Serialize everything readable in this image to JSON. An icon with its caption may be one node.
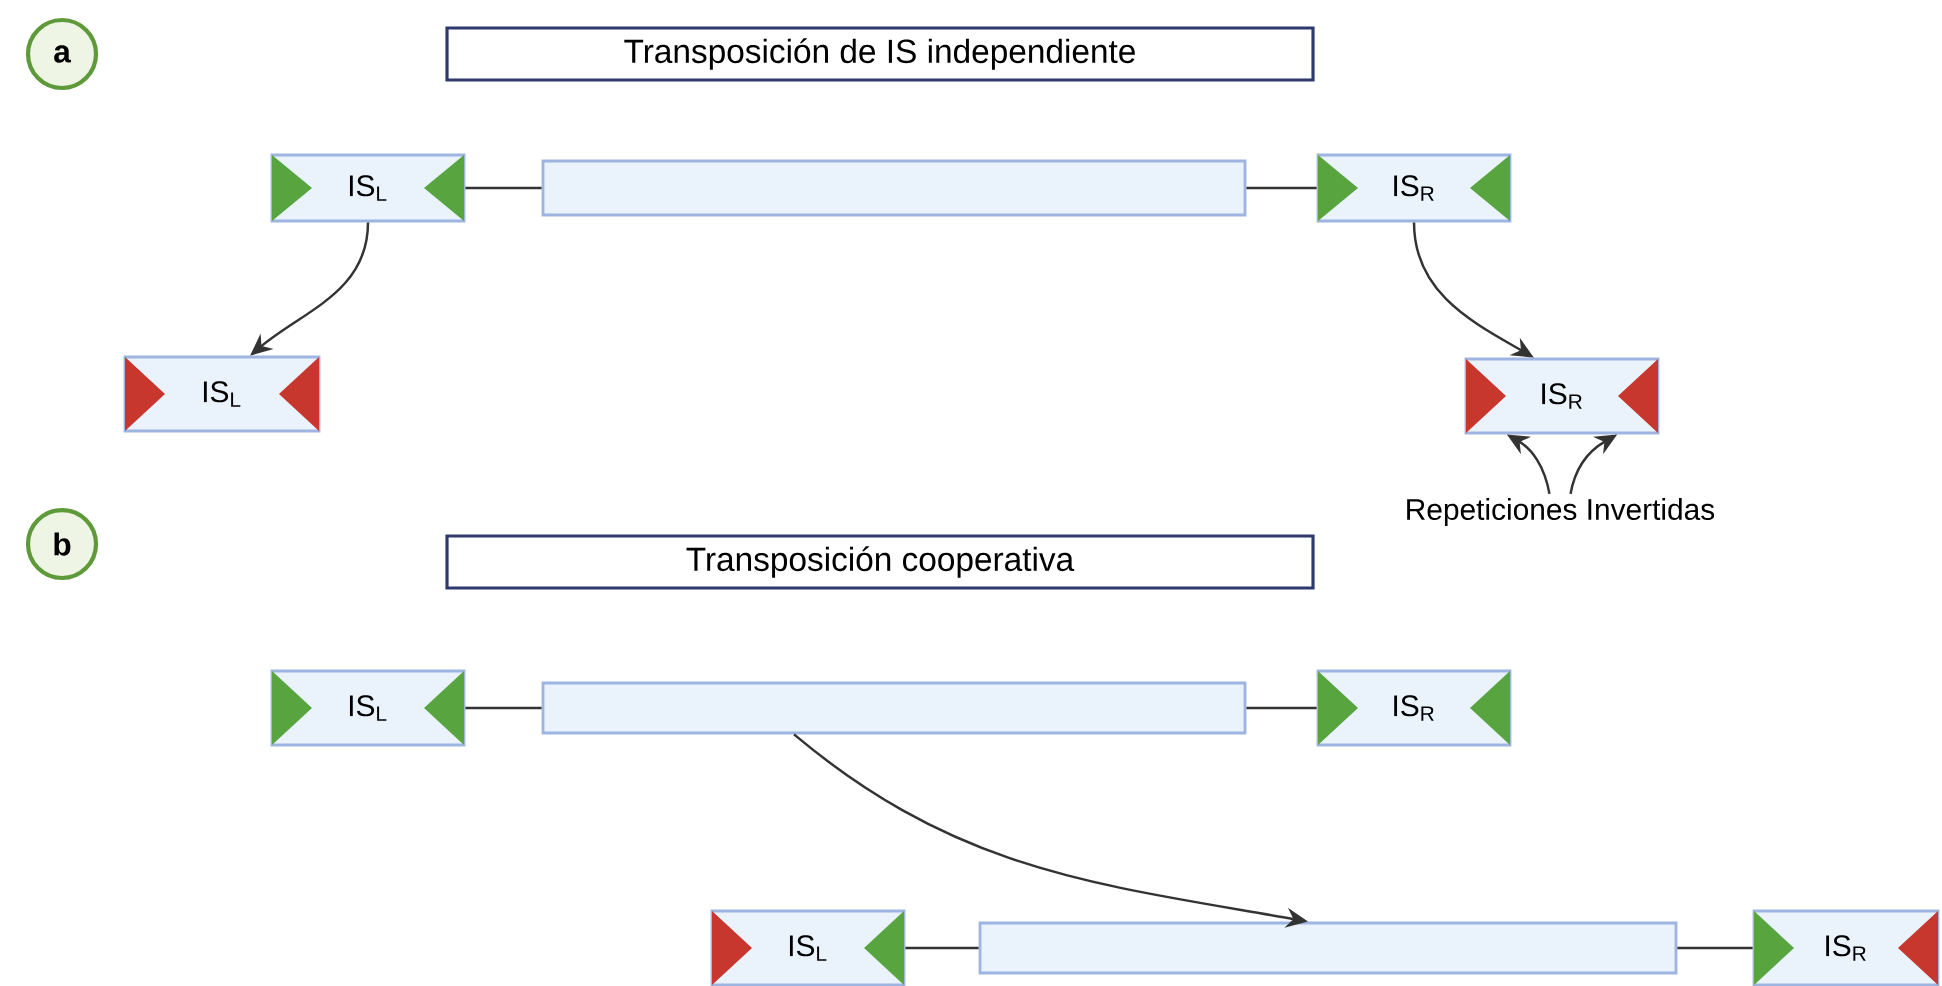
{
  "diagram": {
    "nodes": [
      {
        "text": [
          "a"
        ]
      },
      {
        "text": [
          "Transposición de IS independiente"
        ]
      },
      {
        "text": [
          "IS$_{L}$"
        ]
      },
      {
        "text": [],
        "shape": "bar"
      },
      {
        "text": [
          "IS$_{R}$"
        ]
      },
      {
        "text": [
          "IS$_{L}$"
        ]
      },
      {
        "text": [
          "IS$_{R}$"
        ]
      },
      {
        "text": [
          "Repeticiones Invertidas"
        ]
      },
      {
        "text": [
          "b"
        ]
      },
      {
        "text": [
          "Transposición cooperativa"
        ]
      },
      {
        "text": [
          "IS$_{L}$"
        ]
      },
      {
        "text": [],
        "shape": "bar"
      },
      {
        "text": [
          "IS$_{R}$"
        ]
      },
      {
        "text": [
          "IS$_{L}$"
        ]
      },
      {
        "text": [],
        "shape": "bar"
      },
      {
        "text": [
          "IS$_{R}$"
        ]
      }
    ],
    "edges": [
      {
        "from": 2,
        "to": 3,
        "arrow": "none"
      },
      {
        "from": 3,
        "to": 4,
        "arrow": "none"
      },
      {
        "from": 2,
        "to": 5,
        "arrow": "to"
      },
      {
        "from": 4,
        "to": 6,
        "arrow": "to"
      },
      {
        "from": 7,
        "to": 6,
        "arrow": "to"
      },
      {
        "from": 7,
        "to": 6,
        "arrow": "to"
      },
      {
        "from": 10,
        "to": 11,
        "arrow": "none"
      },
      {
        "from": 11,
        "to": 12,
        "arrow": "none"
      },
      {
        "from": 11,
        "to": 14,
        "arrow": "to"
      },
      {
        "from": 13,
        "to": 14,
        "arrow": "none"
      },
      {
        "from": 14,
        "to": 15,
        "arrow": "none"
      }
    ]
  }
}
